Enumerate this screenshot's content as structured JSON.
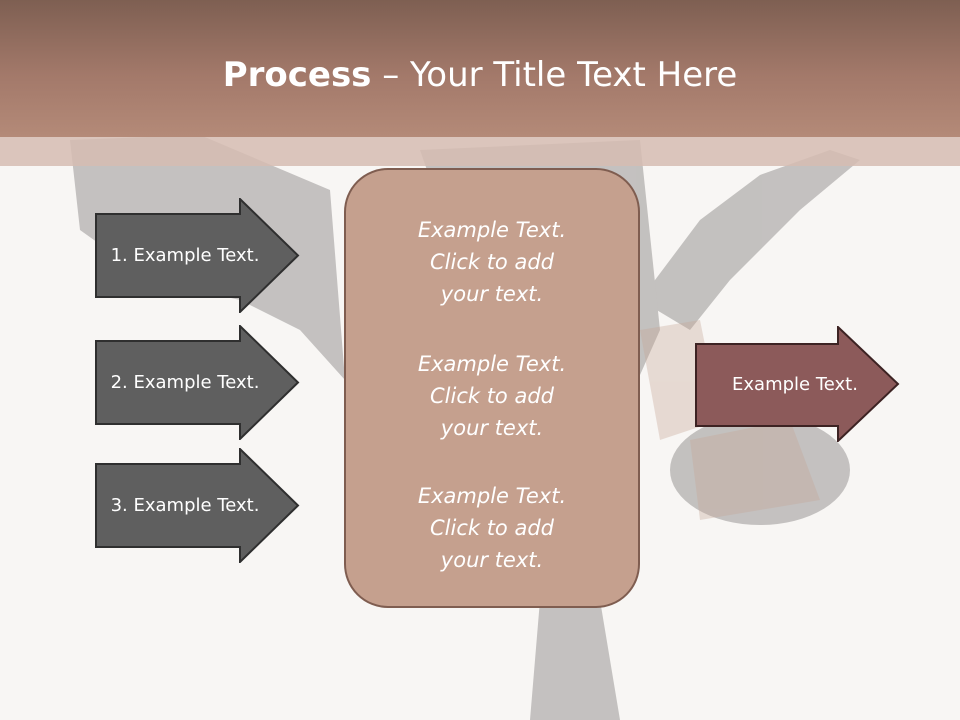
{
  "slide": {
    "title_bold": "Process",
    "title_rest": " – Your Title Text Here"
  },
  "left_arrows": [
    {
      "label": "1. Example Text."
    },
    {
      "label": "2. Example Text."
    },
    {
      "label": "3. Example Text."
    }
  ],
  "center_box": {
    "blocks": [
      {
        "line1": "Example Text.",
        "line2": "Click  to add",
        "line3": "your text."
      },
      {
        "line1": "Example Text.",
        "line2": "Click  to add",
        "line3": "your text."
      },
      {
        "line1": "Example Text.",
        "line2": "Click  to add",
        "line3": "your text."
      }
    ]
  },
  "right_arrow": {
    "label": "Example Text."
  },
  "colors": {
    "title_band": "#a3796a",
    "left_arrow_fill": "#5f5f5f",
    "center_fill": "#c5a08e",
    "right_arrow_fill": "#8c5a5a"
  }
}
